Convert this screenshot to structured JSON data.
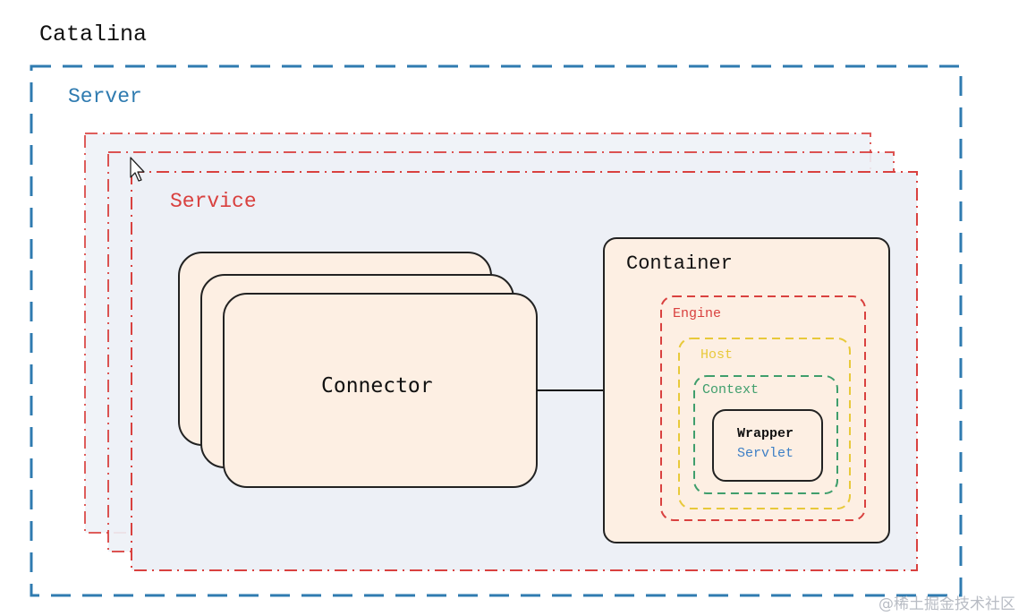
{
  "diagram": {
    "title": "Catalina",
    "server": {
      "label": "Server",
      "color": "#2f7bb0"
    },
    "service": {
      "label": "Service",
      "color": "#d9413f",
      "stack_count": 3
    },
    "connector": {
      "label": "Connector",
      "stack_count": 3,
      "fill": "#fdefe3"
    },
    "container": {
      "label": "Container",
      "fill": "#fdefe3",
      "engine": {
        "label": "Engine",
        "color": "#d9413f"
      },
      "host": {
        "label": "Host",
        "color": "#e8c93a"
      },
      "context": {
        "label": "Context",
        "color": "#3f9e6c"
      },
      "wrapper": {
        "label": "Wrapper",
        "servlet_label": "Servlet",
        "servlet_color": "#3d7fc6"
      }
    },
    "connection": {
      "from": "Connector",
      "to": "Container"
    },
    "watermark": "@稀土掘金技术社区"
  }
}
